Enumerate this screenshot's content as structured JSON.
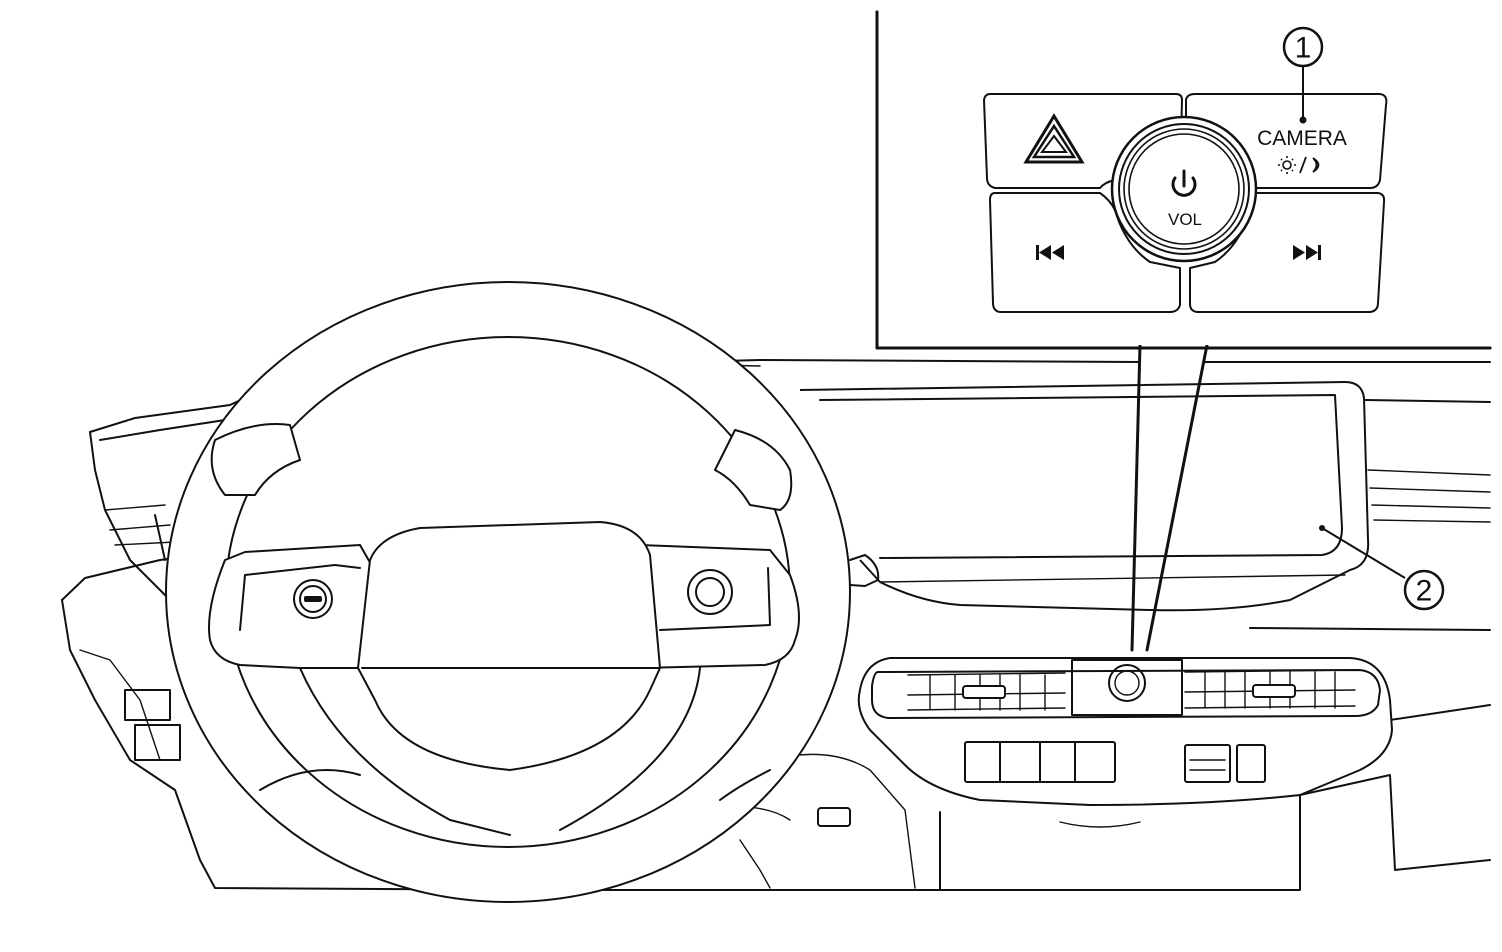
{
  "panel": {
    "camera_label": "CAMERA",
    "volume_label": "VOL",
    "day_night_icon": "sun-moon-icon",
    "hazard_icon": "hazard-triangle-icon",
    "power_icon": "power-icon",
    "prev_icon": "skip-back-icon",
    "next_icon": "skip-forward-icon"
  },
  "callouts": [
    {
      "number": "1",
      "target": "camera-button"
    },
    {
      "number": "2",
      "target": "center-display"
    }
  ]
}
